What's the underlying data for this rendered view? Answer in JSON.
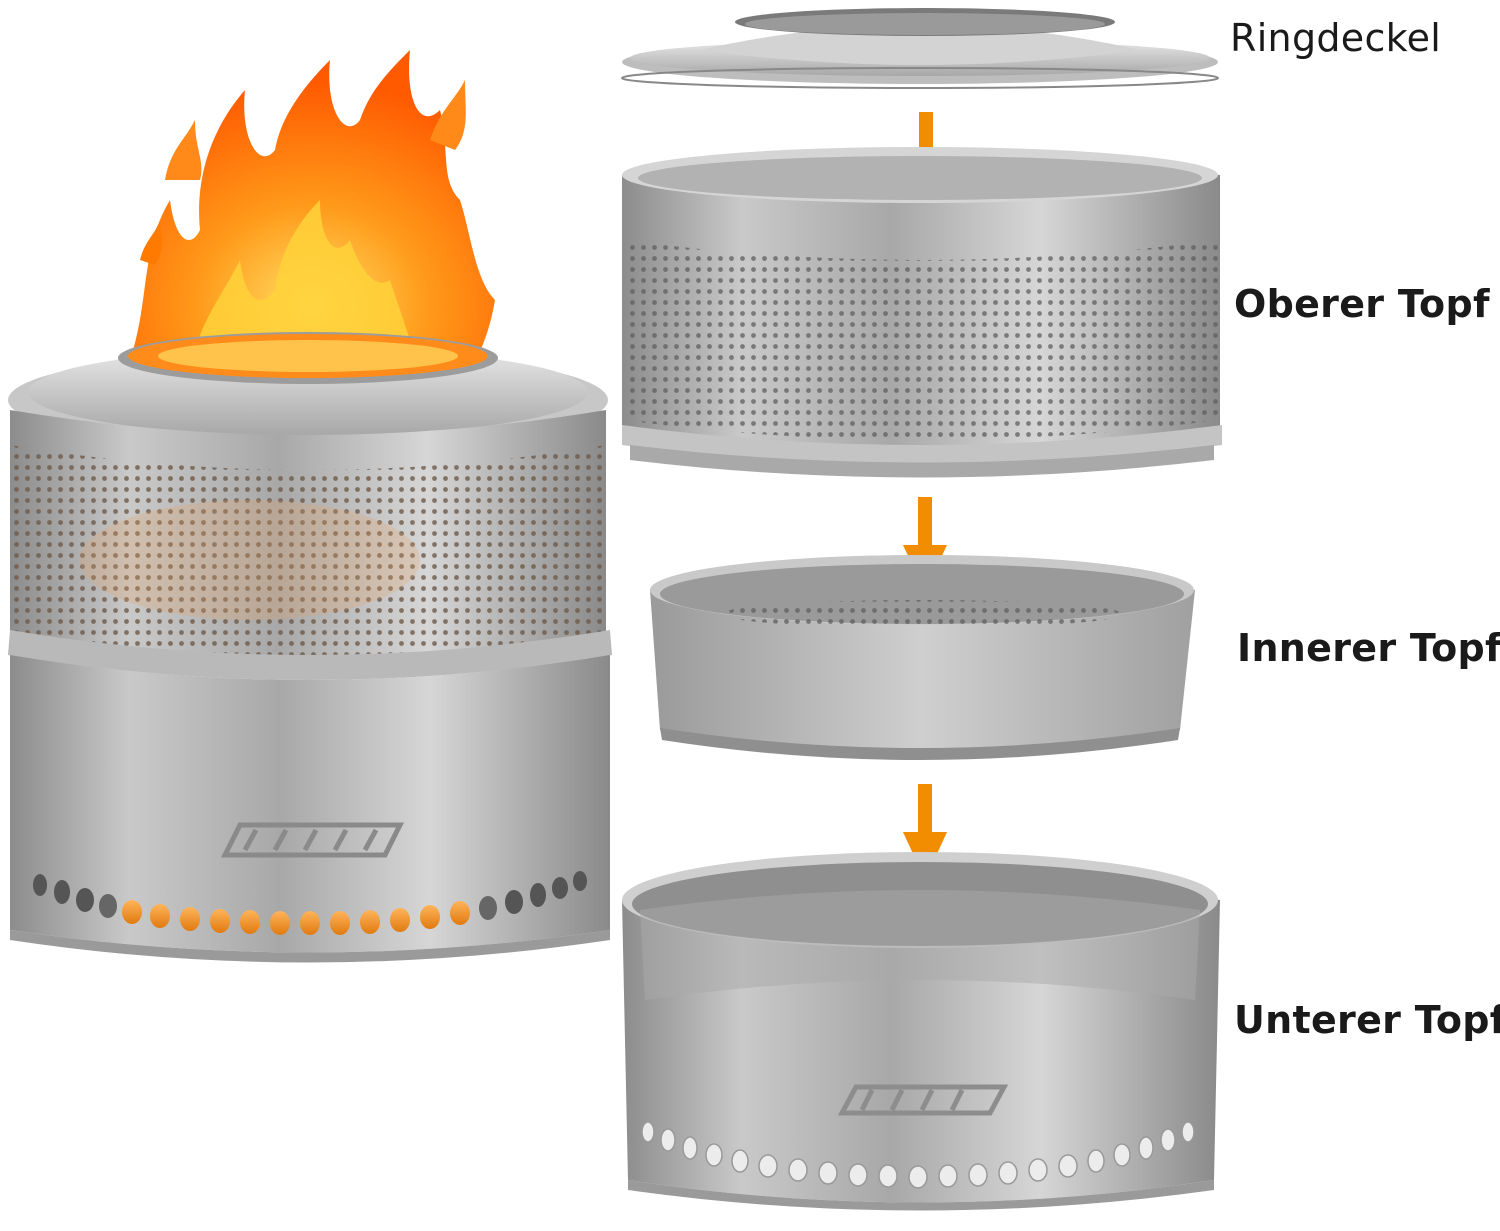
{
  "labels": {
    "ring_lid": "Ringdeckel",
    "upper_pot": "Oberer Topf",
    "inner_pot": "Innerer Topf",
    "lower_pot": "Unterer Topf"
  },
  "icons": {
    "arrow": "arrow-down-icon",
    "flame": "flame-icon",
    "logo": "brand-logo-icon"
  },
  "colors": {
    "arrow": "#f28c00",
    "flame_outer": "#ff7a00",
    "flame_inner": "#ffd000",
    "steel_light": "#e4e4e4",
    "steel_mid": "#b5b5b5",
    "steel_dark": "#8e8e8e"
  }
}
